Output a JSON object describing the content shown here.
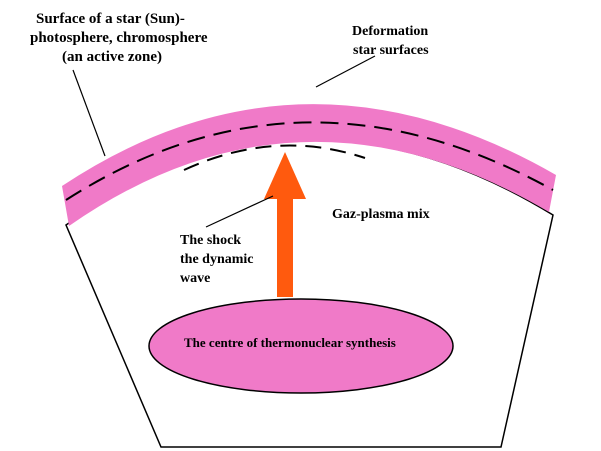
{
  "labels": {
    "surface_line1": "Surface of a star (Sun)-",
    "surface_line2": "photosphere, chromosphere",
    "surface_line3": "(an active zone)",
    "deformation_line1": "Deformation",
    "deformation_line2": "star surfaces",
    "gas_plasma": "Gaz-plasma mix",
    "shock_line1": "The shock",
    "shock_line2": "the dynamic",
    "shock_line3": "wave",
    "centre": "The centre of thermonuclear synthesis"
  },
  "colors": {
    "pink": "#f07ac8",
    "arrow": "#ff5a0e",
    "outline": "#000000",
    "background": "#ffffff"
  }
}
